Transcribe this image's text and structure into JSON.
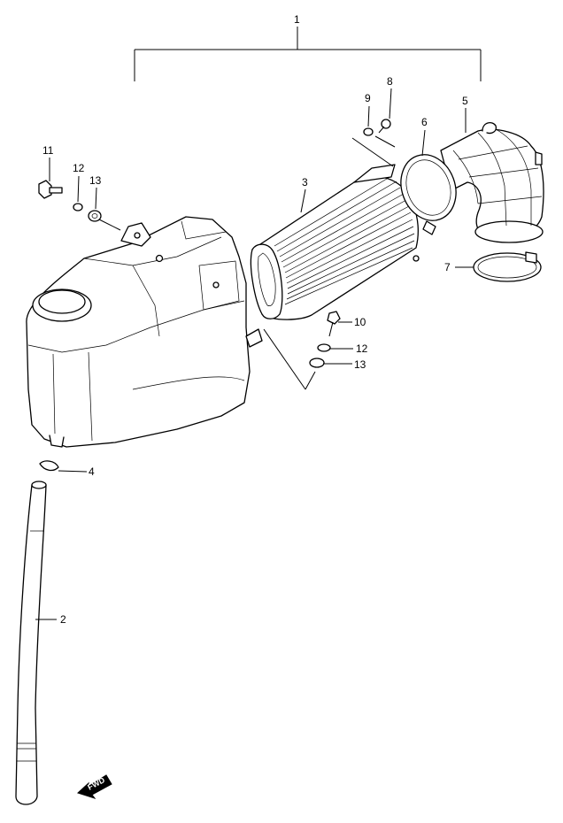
{
  "callouts": {
    "c1": "1",
    "c2": "2",
    "c3": "3",
    "c4": "4",
    "c5": "5",
    "c6": "6",
    "c7": "7",
    "c8": "8",
    "c9": "9",
    "c10": "10",
    "c11": "11",
    "c12a": "12",
    "c13a": "13",
    "c12b": "12",
    "c13b": "13"
  },
  "fwd_label": "FWD"
}
